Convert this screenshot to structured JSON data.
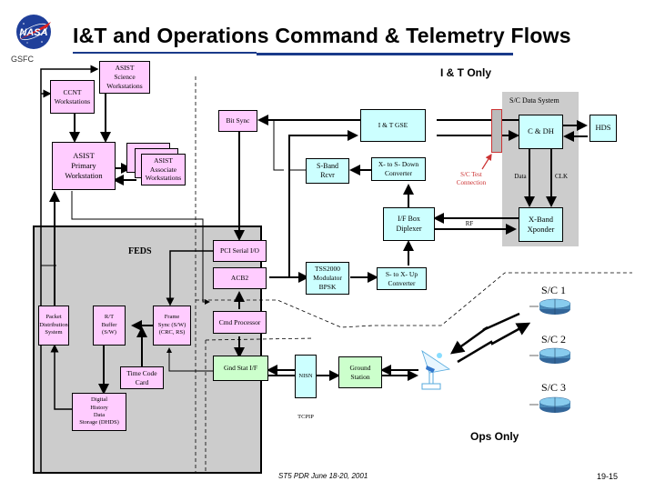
{
  "header": {
    "title": "I&T and  Operations Command & Telemetry Flows",
    "org": "GSFC",
    "logo": "nasa-meatball-logo"
  },
  "sections": {
    "it_only": "I & T  Only",
    "ops_only": "Ops  Only"
  },
  "boxes": {
    "asist_science": "ASIST\nScience\nWorkstations",
    "ccnt": "CCNT\nWorkstations",
    "asist_primary": "ASIST\nPrimary\nWorkstation",
    "asist_associate": "ASIST\nAssociate\nWorkstations",
    "bit_sync": "Bit Sync",
    "it_gse": "I & T   GSE",
    "s_band_rcvr": "S-Band\nRcvr",
    "x_to_s_down": "X- to S- Down\nConverter",
    "if_box": "I/F Box\nDiplexer",
    "pci_serial": "PCI Serial I/O",
    "acb2": "ACB2",
    "tss2000": "TSS2000\nModulator\nBPSK",
    "s_to_x_up": "S- to X- Up\nConverter",
    "packet_dist": "Packet\nDistribution\nSystem",
    "rt_buffer": "R/T\nBuffer\n(S/W)",
    "frame_sync": "Frame\nSync (S/W)\n(CRC, RS)",
    "cmd_processor": "Cmd Processor",
    "time_code": "Time Code\nCard",
    "gnd_stat_if": "Gnd Stat I/F",
    "dhds": "Digital\nHistory\nData\nStorage (DHDS)",
    "nisn": "NISN",
    "ground_station": "Ground\nStation",
    "cdh": "C & DH",
    "hds": "HDS",
    "x_band_xponder": "X-Band\nXponder"
  },
  "regions": {
    "feds": "FEDS",
    "sc_data_system": "S/C Data System"
  },
  "labels": {
    "sc_test_connection": "S/C Test\nConnection",
    "data": "Data",
    "clk": "CLK",
    "rf": "RF",
    "tcpip": "TCPIP"
  },
  "spacecraft": [
    "S/C 1",
    "S/C 2",
    "S/C 3"
  ],
  "colors": {
    "pink": "#ffccff",
    "cyan": "#ccffff",
    "green": "#ccffcc",
    "region_gray": "#cccccc",
    "test_connection_red": "#cc3333",
    "title_rule_blue": "#1a3a8a"
  },
  "footer": {
    "left": "ST5 PDR June 18-20, 2001",
    "right": "19-15"
  }
}
